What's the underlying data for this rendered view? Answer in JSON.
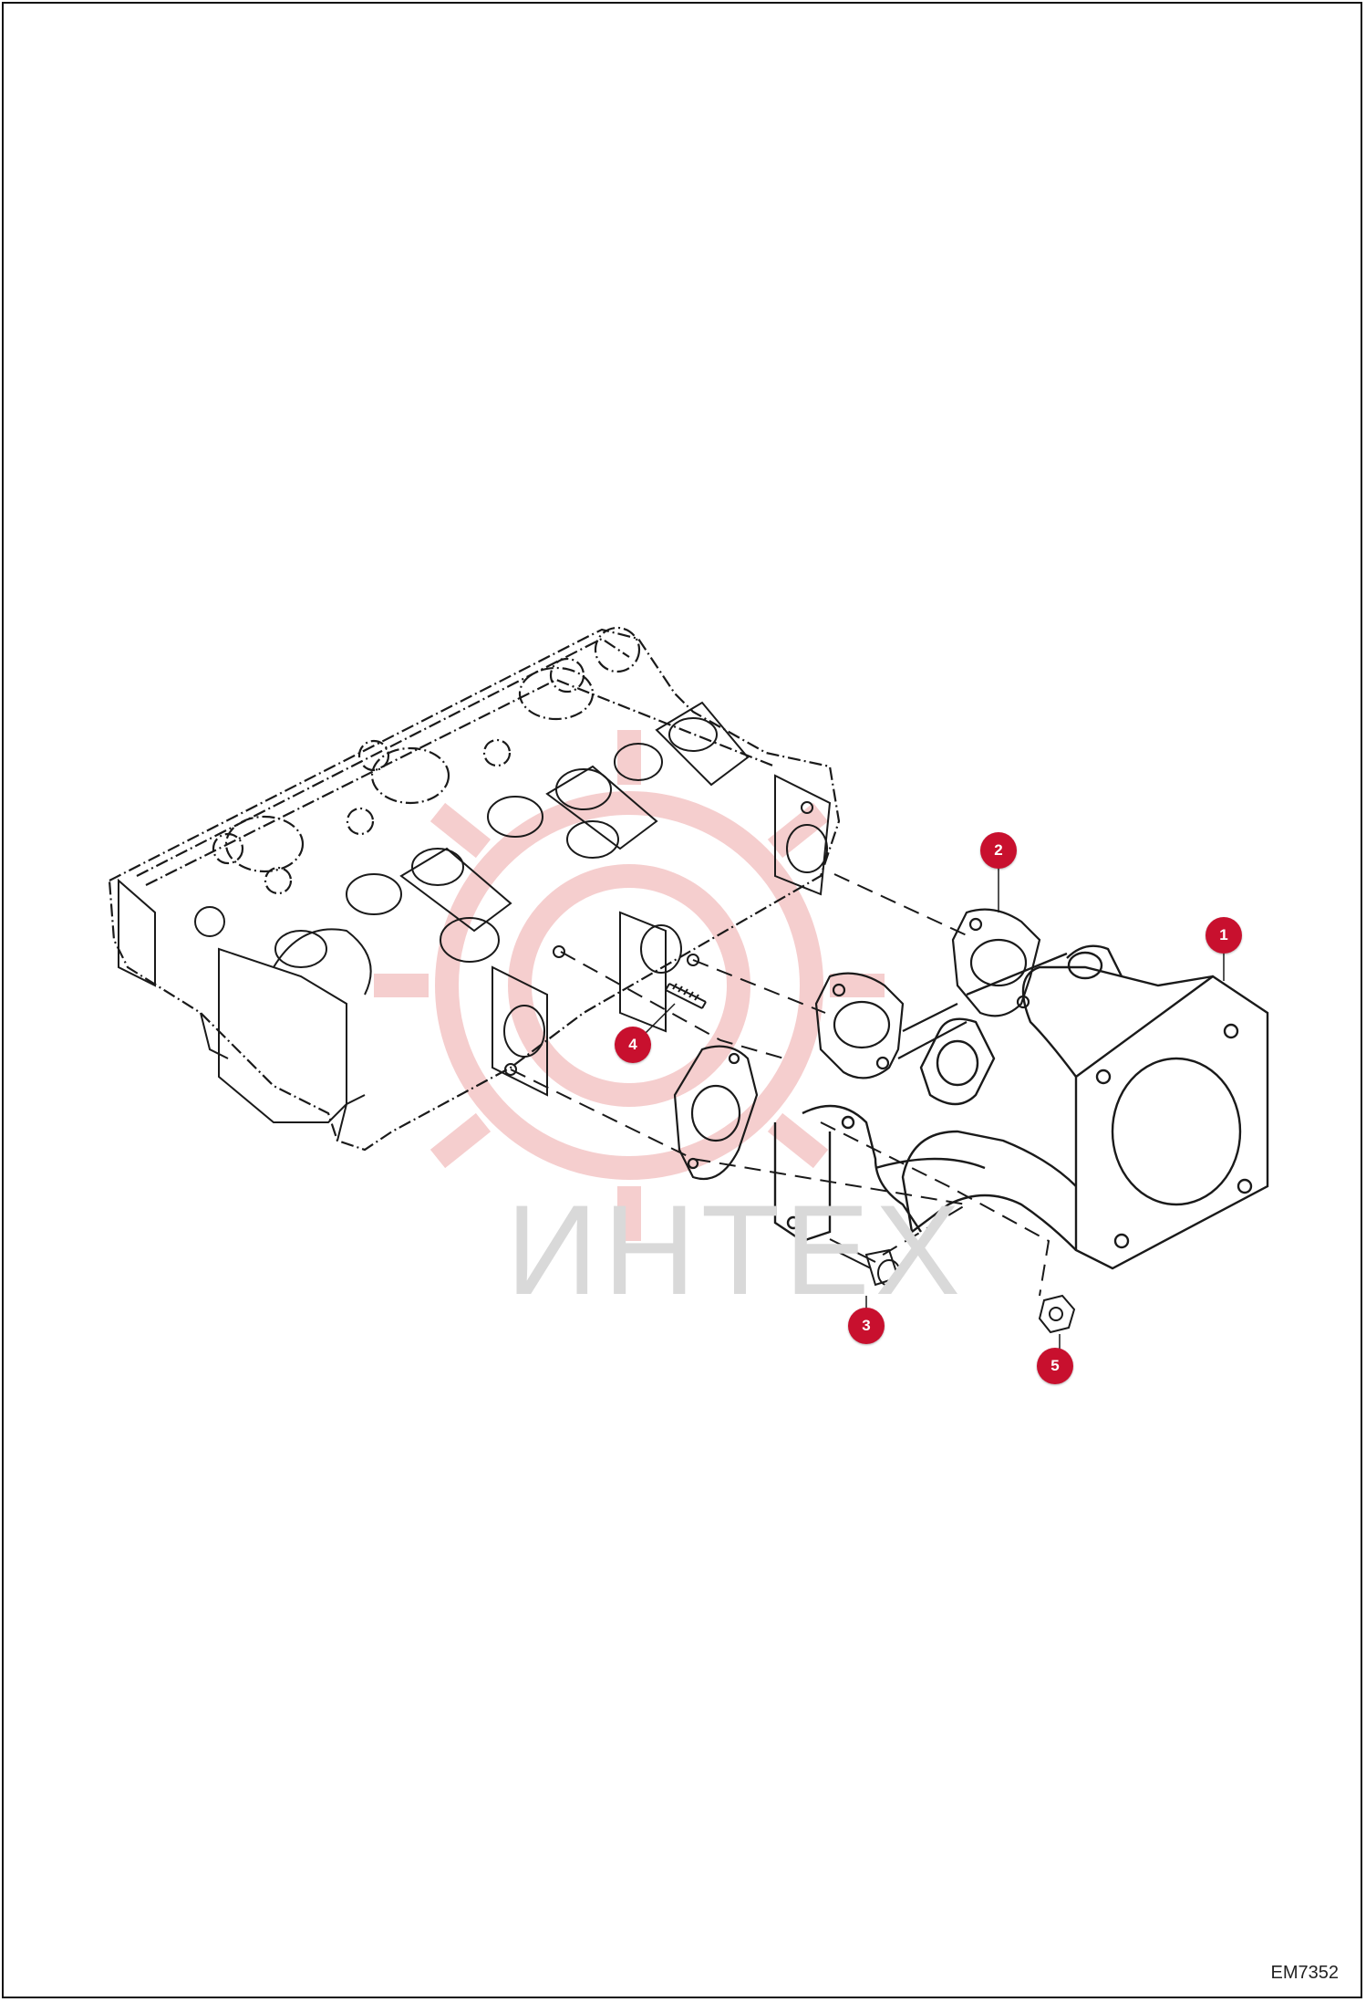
{
  "watermark": {
    "text": "ИНТЕХ"
  },
  "drawing_code": "EM7352",
  "colors": {
    "callout": "#c8102e",
    "line": "#1a1a1a",
    "watermark_gear": "#f4c6c6",
    "watermark_text": "#d9d9d9"
  },
  "callouts": [
    {
      "number": "1",
      "part": "exhaust-manifold"
    },
    {
      "number": "2",
      "part": "gasket-rear"
    },
    {
      "number": "3",
      "part": "bolt"
    },
    {
      "number": "4",
      "part": "stud"
    },
    {
      "number": "5",
      "part": "nut"
    }
  ]
}
